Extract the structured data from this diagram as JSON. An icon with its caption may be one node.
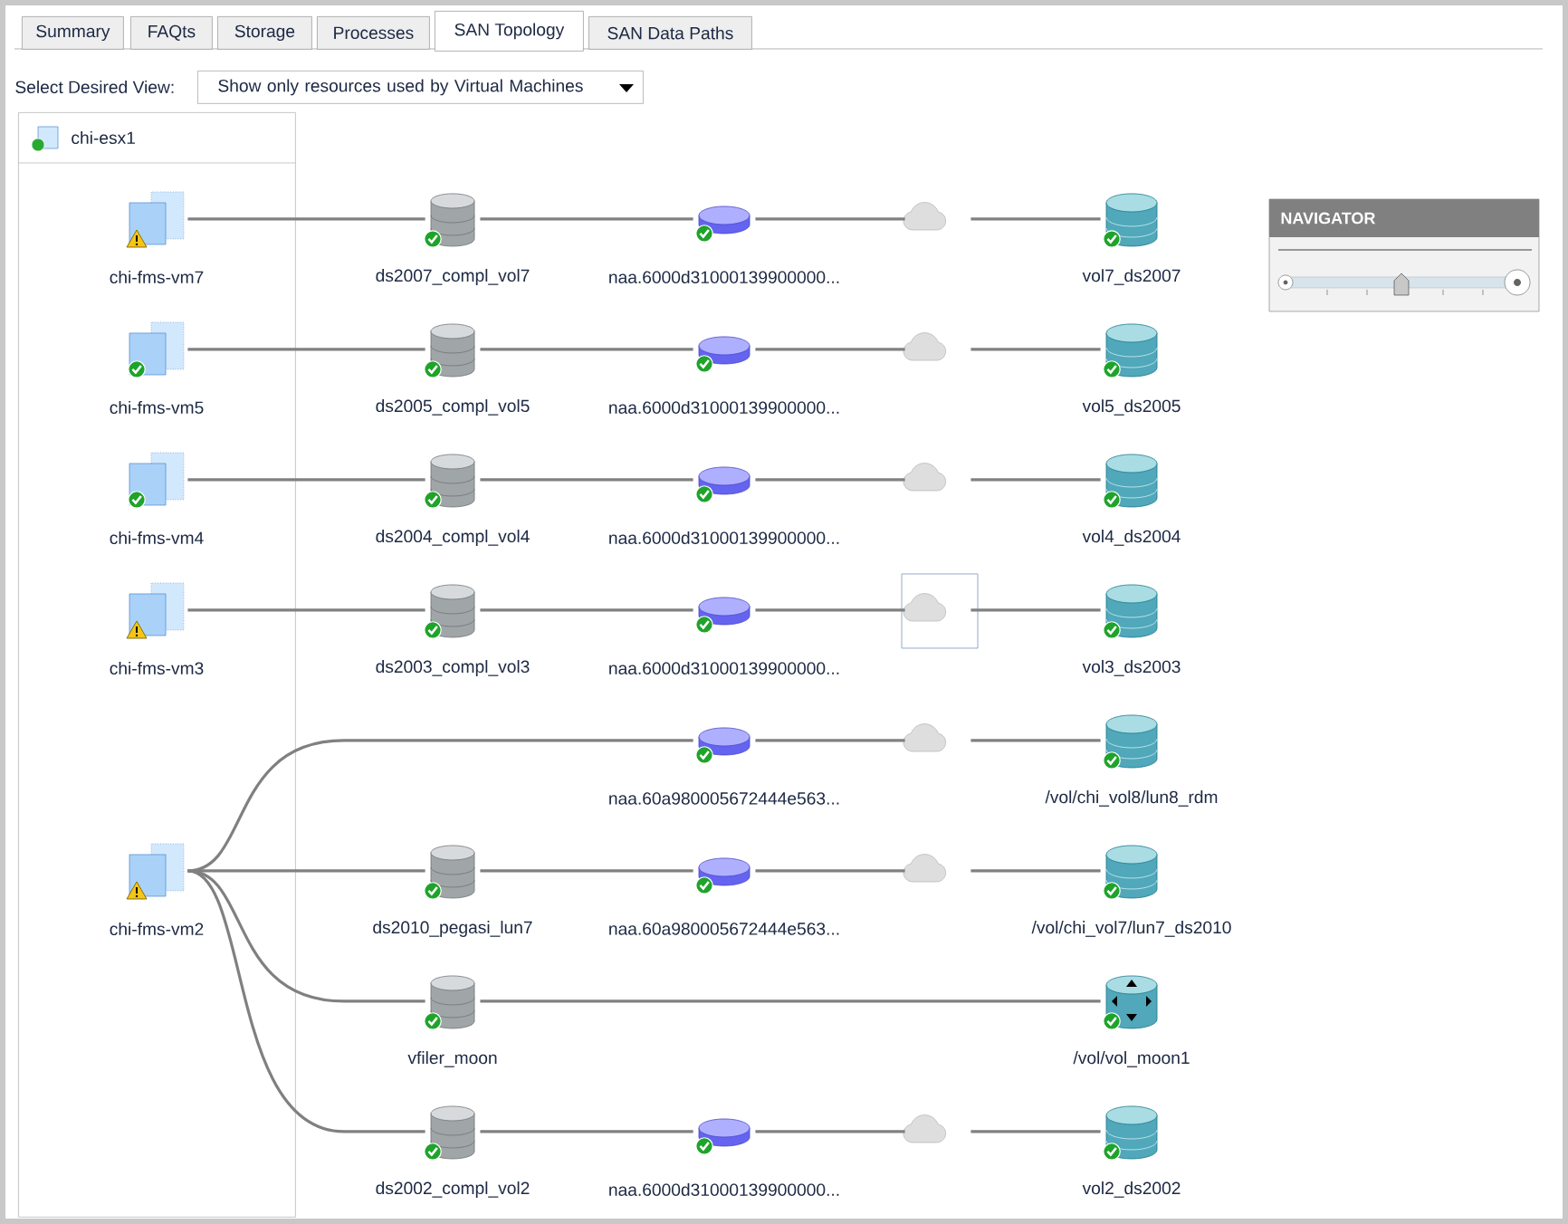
{
  "diagram": {
    "nodes": [
      {
        "text": [
          "chi-esx1"
        ]
      },
      {
        "text": [
          "chi-fms-vm7"
        ],
        "in": 0
      },
      {
        "text": [
          "ds2007_compl_vol7"
        ]
      },
      {
        "text": [
          "naa.6000d31000139900000..."
        ]
      },
      {
        "text": [],
        "shape": "cloud"
      },
      {
        "text": [
          "vol7_ds2007"
        ]
      },
      {
        "text": [
          "chi-fms-vm5"
        ],
        "in": 0
      },
      {
        "text": [
          "ds2005_compl_vol5"
        ]
      },
      {
        "text": [
          "naa.6000d31000139900000..."
        ]
      },
      {
        "text": [],
        "shape": "cloud"
      },
      {
        "text": [
          "vol5_ds2005"
        ]
      },
      {
        "text": [
          "chi-fms-vm4"
        ],
        "in": 0
      },
      {
        "text": [
          "ds2004_compl_vol4"
        ]
      },
      {
        "text": [
          "naa.6000d31000139900000..."
        ]
      },
      {
        "text": [],
        "shape": "cloud"
      },
      {
        "text": [
          "vol4_ds2004"
        ]
      },
      {
        "text": [
          "chi-fms-vm3"
        ],
        "in": 0
      },
      {
        "text": [
          "ds2003_compl_vol3"
        ]
      },
      {
        "text": [
          "naa.6000d31000139900000..."
        ]
      },
      {
        "text": [],
        "shape": "cloud"
      },
      {
        "text": [
          "vol3_ds2003"
        ]
      },
      {
        "text": [
          "naa.60a980005672444e563..."
        ]
      },
      {
        "text": [],
        "shape": "cloud"
      },
      {
        "text": [
          "/vol/chi_vol8/lun8_rdm"
        ]
      },
      {
        "text": [
          "chi-fms-vm2"
        ],
        "in": 0
      },
      {
        "text": [
          "ds2010_pegasi_lun7"
        ]
      },
      {
        "text": [
          "naa.60a980005672444e563..."
        ]
      },
      {
        "text": [],
        "shape": "cloud"
      },
      {
        "text": [
          "/vol/chi_vol7/lun7_ds2010"
        ]
      },
      {
        "text": [
          "vfiler_moon"
        ]
      },
      {
        "text": [
          "/vol/vol_moon1"
        ]
      },
      {
        "text": [
          "ds2002_compl_vol2"
        ]
      },
      {
        "text": [
          "naa.6000d31000139900000..."
        ]
      },
      {
        "text": [],
        "shape": "cloud"
      },
      {
        "text": [
          "vol2_ds2002"
        ]
      }
    ],
    "edges": [
      {
        "from": 1,
        "to": 2,
        "arrow": "none"
      },
      {
        "from": 2,
        "to": 3,
        "arrow": "none"
      },
      {
        "from": 3,
        "to": 4,
        "arrow": "none"
      },
      {
        "from": 4,
        "to": 5,
        "arrow": "none"
      },
      {
        "from": 6,
        "to": 7,
        "arrow": "none"
      },
      {
        "from": 7,
        "to": 8,
        "arrow": "none"
      },
      {
        "from": 8,
        "to": 9,
        "arrow": "none"
      },
      {
        "from": 9,
        "to": 10,
        "arrow": "none"
      },
      {
        "from": 11,
        "to": 12,
        "arrow": "none"
      },
      {
        "from": 12,
        "to": 13,
        "arrow": "none"
      },
      {
        "from": 13,
        "to": 14,
        "arrow": "none"
      },
      {
        "from": 14,
        "to": 15,
        "arrow": "none"
      },
      {
        "from": 16,
        "to": 17,
        "arrow": "none"
      },
      {
        "from": 17,
        "to": 18,
        "arrow": "none"
      },
      {
        "from": 18,
        "to": 19,
        "arrow": "none"
      },
      {
        "from": 19,
        "to": 20,
        "arrow": "none"
      },
      {
        "from": 24,
        "to": 21,
        "arrow": "none"
      },
      {
        "from": 21,
        "to": 22,
        "arrow": "none"
      },
      {
        "from": 22,
        "to": 23,
        "arrow": "none"
      },
      {
        "from": 24,
        "to": 25,
        "arrow": "none"
      },
      {
        "from": 25,
        "to": 26,
        "arrow": "none"
      },
      {
        "from": 26,
        "to": 27,
        "arrow": "none"
      },
      {
        "from": 27,
        "to": 28,
        "arrow": "none"
      },
      {
        "from": 24,
        "to": 29,
        "arrow": "none"
      },
      {
        "from": 29,
        "to": 30,
        "arrow": "none"
      },
      {
        "from": 24,
        "to": 31,
        "arrow": "none"
      },
      {
        "from": 31,
        "to": 32,
        "arrow": "none"
      },
      {
        "from": 32,
        "to": 33,
        "arrow": "none"
      },
      {
        "from": 33,
        "to": 34,
        "arrow": "none"
      }
    ],
    "labels": [
      "Summary",
      "FAQts",
      "Storage",
      "Processes",
      "SAN Topology",
      "SAN Data Paths",
      "Select Desired View:",
      "Show only resources used by Virtual Machines",
      "NAVIGATOR"
    ]
  }
}
